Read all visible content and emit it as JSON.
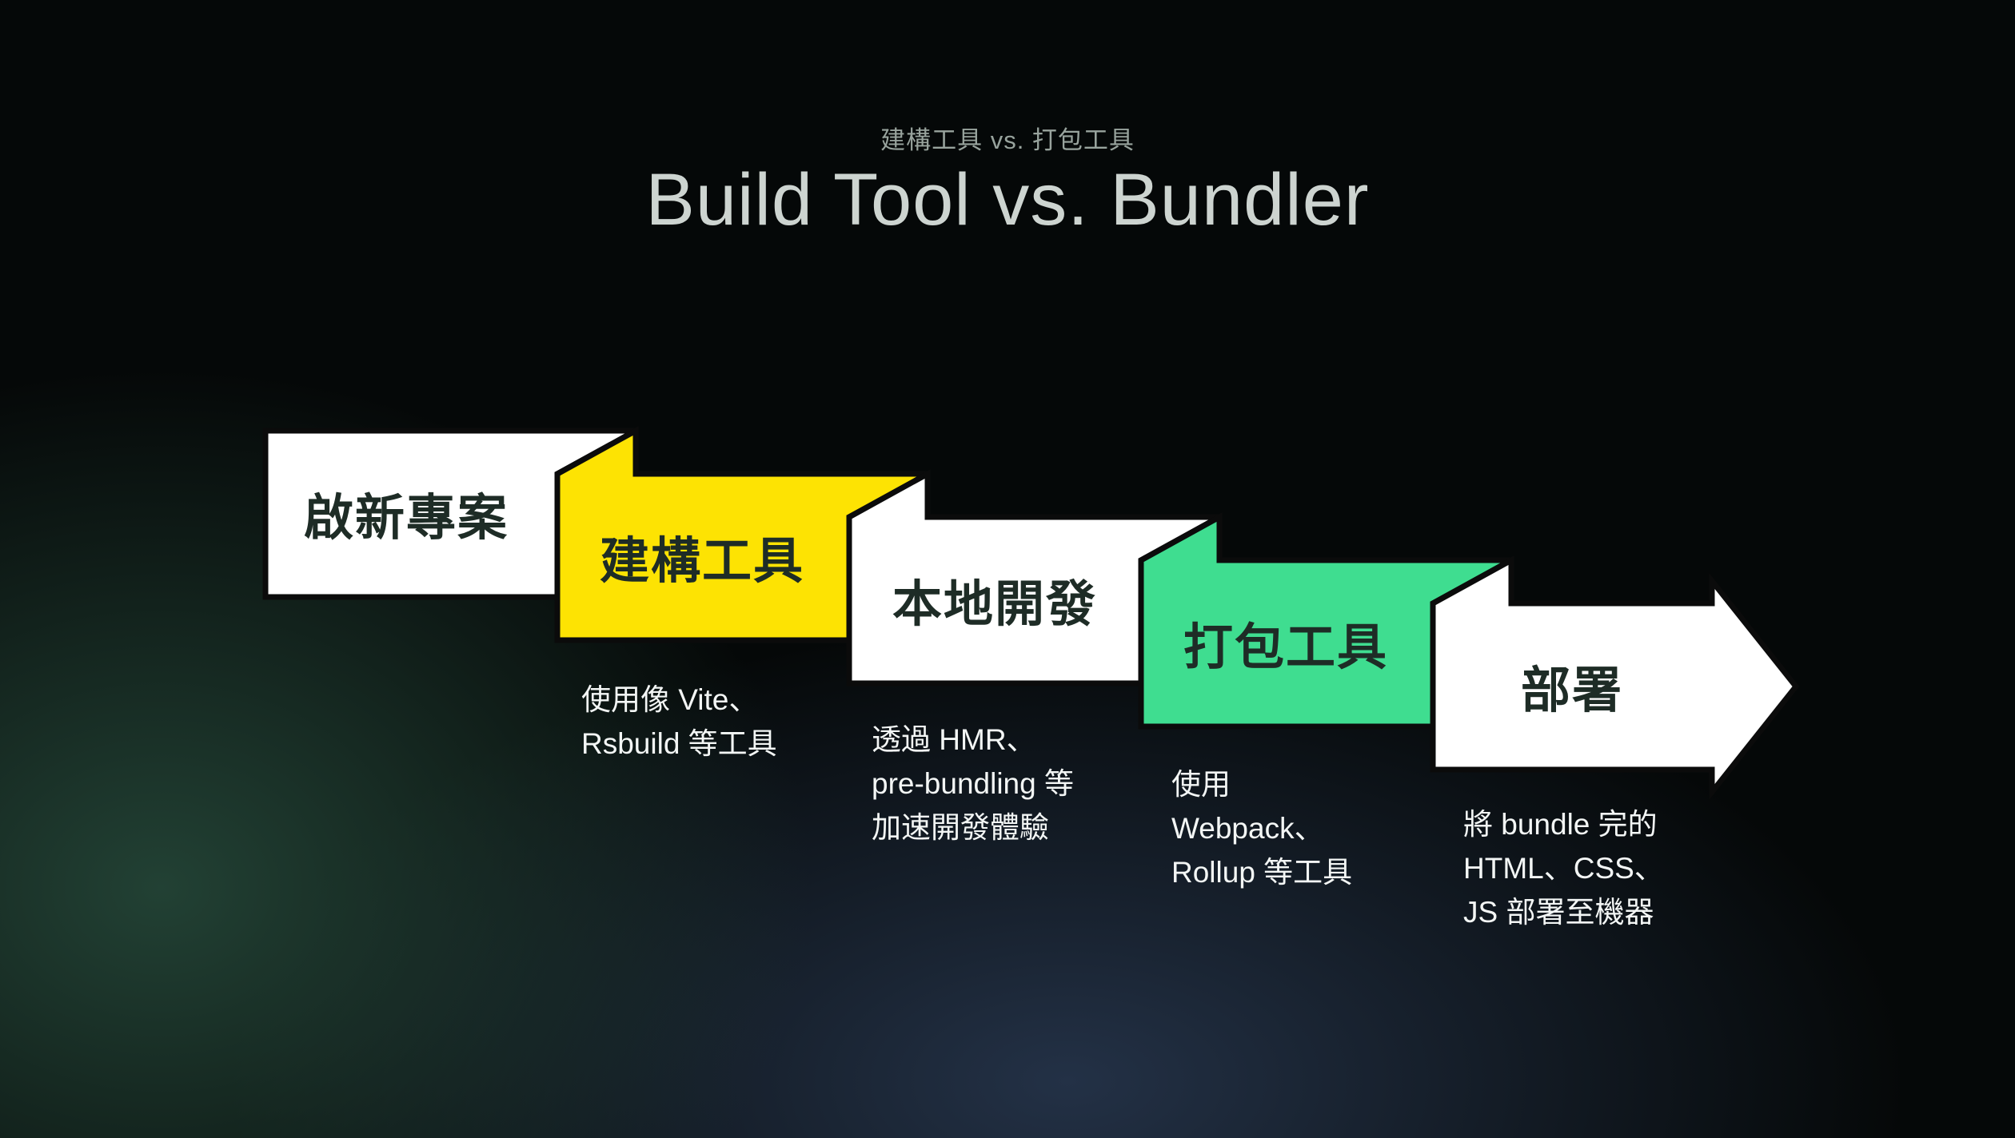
{
  "page": {
    "background_base": "#050808",
    "glow_green": "#224134",
    "glow_navy": "#233146"
  },
  "header": {
    "subtitle": "建構工具 vs. 打包工具",
    "title": "Build Tool vs. Bundler",
    "subtitle_color": "#98a39d",
    "title_color": "#cdd4d0"
  },
  "flow": {
    "border_color": "#0b0b0b",
    "label_color": "#1e2c26",
    "description_color": "#f3f6f5",
    "steps": [
      {
        "label": "啟新專案",
        "fill": "#ffffff",
        "description": ""
      },
      {
        "label": "建構工具",
        "fill": "#fde303",
        "description": "使用像 Vite、\nRsbuild 等工具"
      },
      {
        "label": "本地開發",
        "fill": "#ffffff",
        "description": "透過 HMR、\npre-bundling 等\n加速開發體驗"
      },
      {
        "label": "打包工具",
        "fill": "#3fdd90",
        "description": "使用\nWebpack、\nRollup 等工具"
      },
      {
        "label": "部署",
        "fill": "#ffffff",
        "description": "將 bundle 完的\nHTML、CSS、\nJS 部署至機器",
        "shape": "arrow"
      }
    ]
  }
}
